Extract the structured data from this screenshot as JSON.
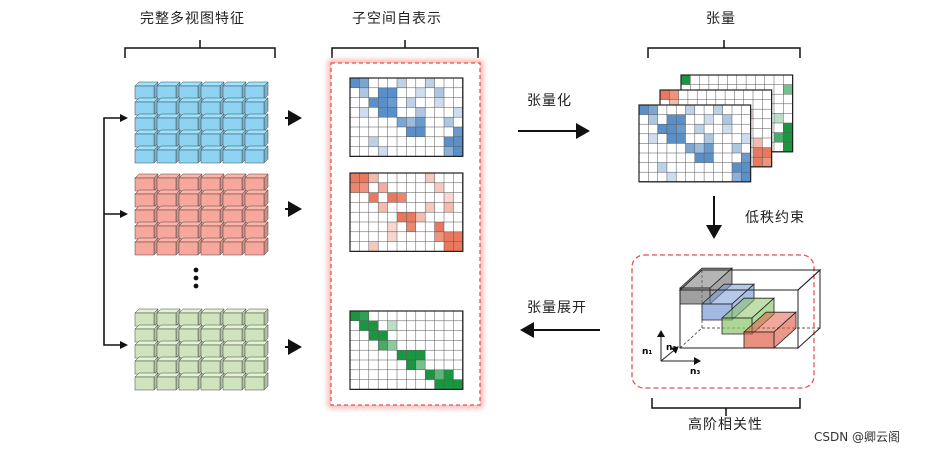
{
  "labels": {
    "multiview": "完整多视图特征",
    "subspace": "子空间自表示",
    "tensor": "张量",
    "tensorize": "张量化",
    "lowrank": "低秩约束",
    "unfold": "张量展开",
    "highorder": "高阶相关性",
    "watermark": "CSDN @卿云阁",
    "n1": "n₁",
    "n2": "n₂",
    "n3": "n₃"
  },
  "colors": {
    "blue": "#5b8fc7",
    "blue_cube": "#8fd3f3",
    "red": "#e8785e",
    "red_cube": "#f7a79c",
    "green": "#1a9641",
    "green_cube": "#cfe3be",
    "dashed_red": "#e05555",
    "grid_line": "#555555"
  },
  "icons": {
    "arrow": "right-arrow-icon",
    "ellipsis": "vertical-ellipsis-icon"
  }
}
